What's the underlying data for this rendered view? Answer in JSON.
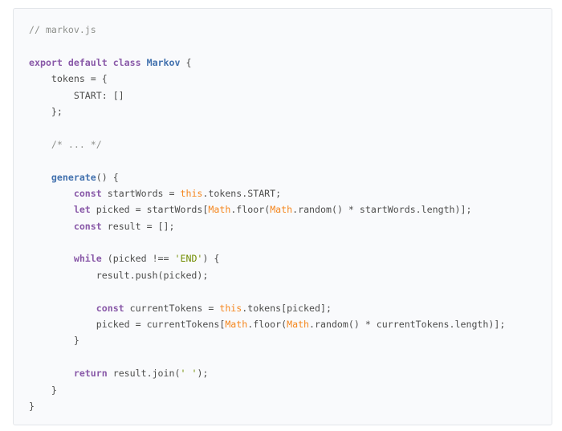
{
  "code": {
    "language": "javascript",
    "colors": {
      "comment": "#8e908c",
      "keyword": "#8959a8",
      "name": "#4271ae",
      "builtin": "#f5871f",
      "string": "#718c00",
      "plain": "#4d4d4c"
    },
    "lines": [
      [
        {
          "t": "// markov.js",
          "c": "comment"
        }
      ],
      [],
      [
        {
          "t": "export default class ",
          "c": "kw"
        },
        {
          "t": "Markov",
          "c": "name"
        },
        {
          "t": " {",
          "c": "plain"
        }
      ],
      [
        {
          "t": "    tokens = {",
          "c": "plain"
        }
      ],
      [
        {
          "t": "        START: []",
          "c": "plain"
        }
      ],
      [
        {
          "t": "    };",
          "c": "plain"
        }
      ],
      [],
      [
        {
          "t": "    /* ... */",
          "c": "comment"
        }
      ],
      [],
      [
        {
          "t": "    ",
          "c": "plain"
        },
        {
          "t": "generate",
          "c": "name"
        },
        {
          "t": "() {",
          "c": "plain"
        }
      ],
      [
        {
          "t": "        ",
          "c": "plain"
        },
        {
          "t": "const",
          "c": "kw"
        },
        {
          "t": " startWords = ",
          "c": "plain"
        },
        {
          "t": "this",
          "c": "builtin"
        },
        {
          "t": ".tokens.START;",
          "c": "plain"
        }
      ],
      [
        {
          "t": "        ",
          "c": "plain"
        },
        {
          "t": "let",
          "c": "kw"
        },
        {
          "t": " picked = startWords[",
          "c": "plain"
        },
        {
          "t": "Math",
          "c": "builtin"
        },
        {
          "t": ".floor(",
          "c": "plain"
        },
        {
          "t": "Math",
          "c": "builtin"
        },
        {
          "t": ".random() * startWords.length)];",
          "c": "plain"
        }
      ],
      [
        {
          "t": "        ",
          "c": "plain"
        },
        {
          "t": "const",
          "c": "kw"
        },
        {
          "t": " result = [];",
          "c": "plain"
        }
      ],
      [],
      [
        {
          "t": "        ",
          "c": "plain"
        },
        {
          "t": "while",
          "c": "kw"
        },
        {
          "t": " (picked !== ",
          "c": "plain"
        },
        {
          "t": "'END'",
          "c": "string"
        },
        {
          "t": ") {",
          "c": "plain"
        }
      ],
      [
        {
          "t": "            result.push(picked);",
          "c": "plain"
        }
      ],
      [],
      [
        {
          "t": "            ",
          "c": "plain"
        },
        {
          "t": "const",
          "c": "kw"
        },
        {
          "t": " currentTokens = ",
          "c": "plain"
        },
        {
          "t": "this",
          "c": "builtin"
        },
        {
          "t": ".tokens[picked];",
          "c": "plain"
        }
      ],
      [
        {
          "t": "            picked = currentTokens[",
          "c": "plain"
        },
        {
          "t": "Math",
          "c": "builtin"
        },
        {
          "t": ".floor(",
          "c": "plain"
        },
        {
          "t": "Math",
          "c": "builtin"
        },
        {
          "t": ".random() * currentTokens.length)];",
          "c": "plain"
        }
      ],
      [
        {
          "t": "        }",
          "c": "plain"
        }
      ],
      [],
      [
        {
          "t": "        ",
          "c": "plain"
        },
        {
          "t": "return",
          "c": "kw"
        },
        {
          "t": " result.join(",
          "c": "plain"
        },
        {
          "t": "' '",
          "c": "string"
        },
        {
          "t": ");",
          "c": "plain"
        }
      ],
      [
        {
          "t": "    }",
          "c": "plain"
        }
      ],
      [
        {
          "t": "}",
          "c": "plain"
        }
      ]
    ]
  }
}
